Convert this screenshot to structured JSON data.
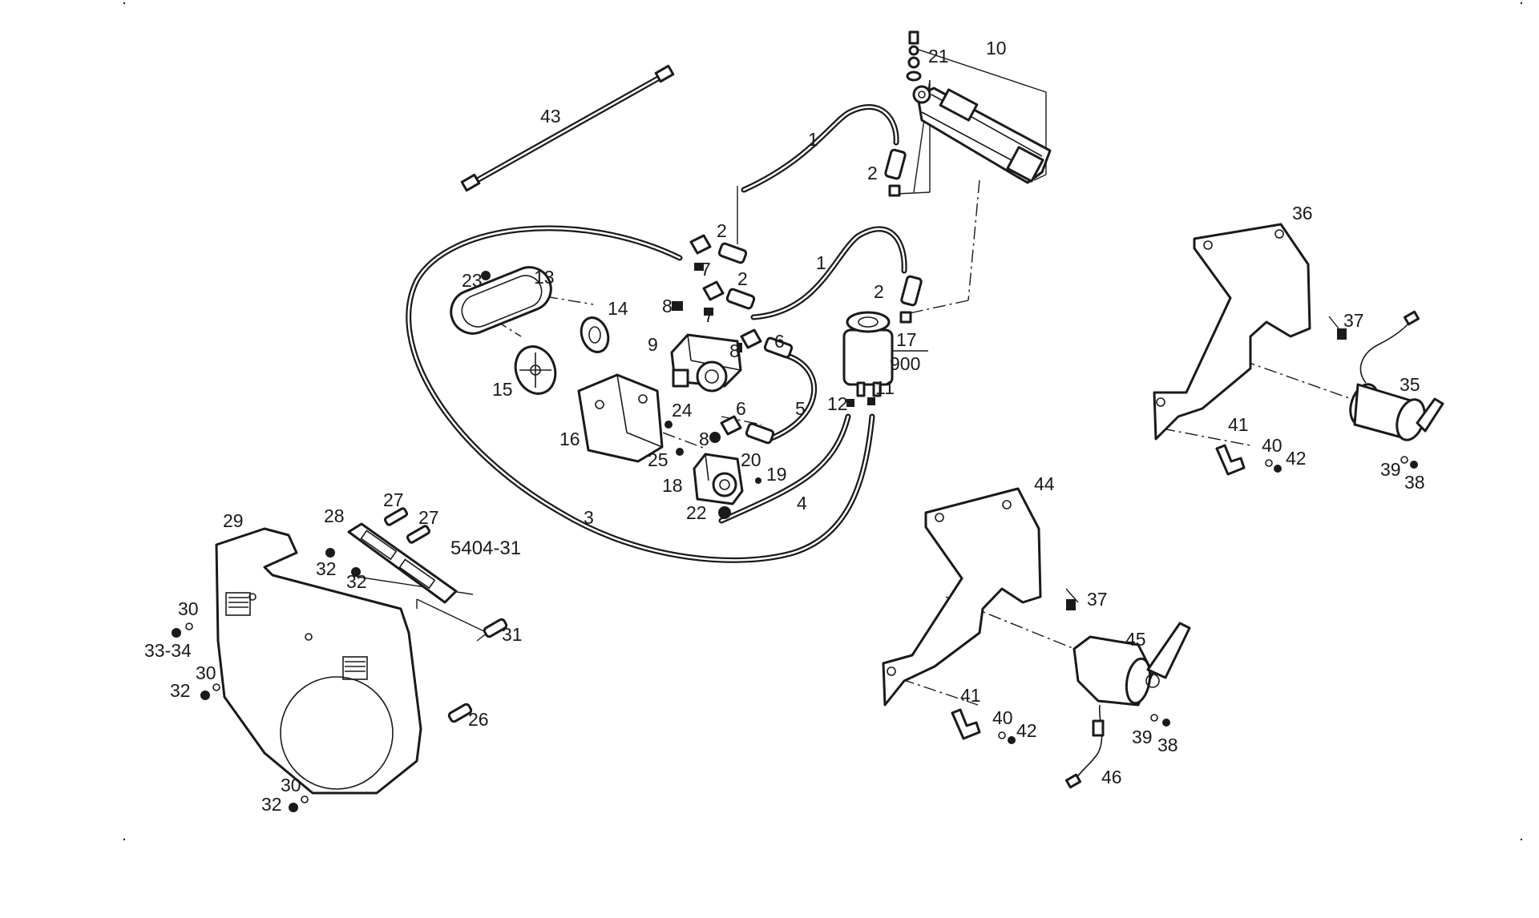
{
  "drawing_ref": "5404-31",
  "part_numbers": {
    "p1": "1",
    "p2": "2",
    "p3": "3",
    "p4": "4",
    "p5": "5",
    "p6": "6",
    "p7": "7",
    "p8": "8",
    "p9": "9",
    "p10": "10",
    "p11": "11",
    "p12": "12",
    "p13": "13",
    "p14": "14",
    "p15": "15",
    "p16": "16",
    "p17": "17",
    "p900": "900",
    "p18": "18",
    "p19": "19",
    "p20": "20",
    "p21": "21",
    "p22": "22",
    "p23": "23",
    "p24": "24",
    "p25": "25",
    "p26": "26",
    "p27": "27",
    "p28": "28",
    "p29": "29",
    "p30": "30",
    "p31": "31",
    "p32": "32",
    "p33_34": "33-34",
    "p35": "35",
    "p36": "36",
    "p37": "37",
    "p38": "38",
    "p39": "39",
    "p40": "40",
    "p41": "41",
    "p42": "42",
    "p43": "43",
    "p44": "44",
    "p45": "45",
    "p46": "46"
  }
}
